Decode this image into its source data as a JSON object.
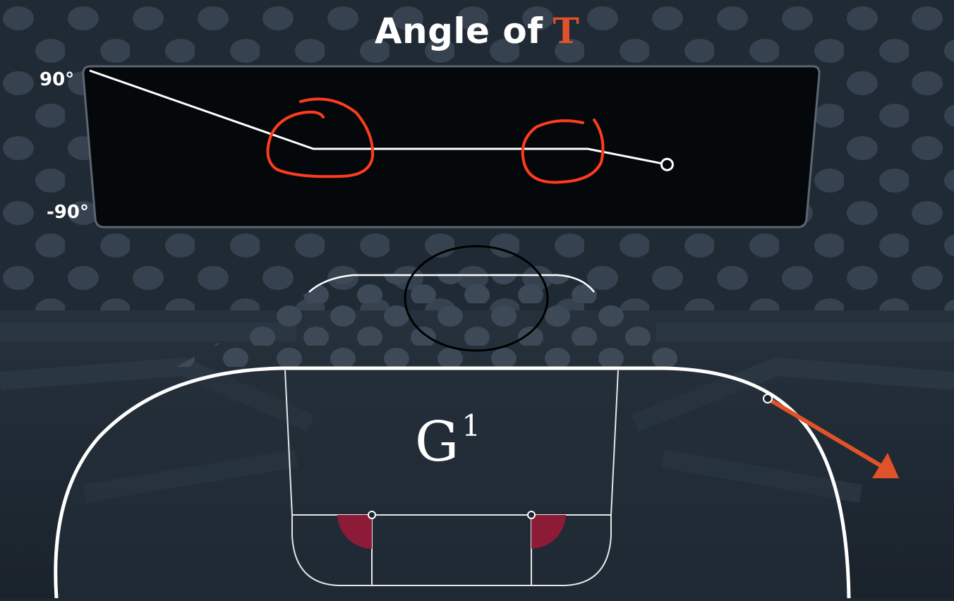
{
  "title": {
    "text": "Angle of",
    "symbol": "T"
  },
  "graph": {
    "y_max_label": "90°",
    "y_min_label": "-90°",
    "y_range_deg": [
      -90,
      90
    ],
    "angle_trace": [
      {
        "t": 0.0,
        "angle_deg": 90
      },
      {
        "t": 0.31,
        "angle_deg": 0
      },
      {
        "t": 0.69,
        "angle_deg": 0
      },
      {
        "t": 0.8,
        "angle_deg": -18
      }
    ]
  },
  "shape": {
    "label": "G",
    "superscript": "1"
  },
  "colors": {
    "accent": "#e0532a",
    "annotation": "#ff3b1f",
    "background": "#1e2833",
    "graph_bg": "#05080b",
    "curvature_fill": "#8c1b38",
    "line": "#ffffff"
  },
  "icons": {
    "tangent": "arrow-right-down-icon"
  }
}
